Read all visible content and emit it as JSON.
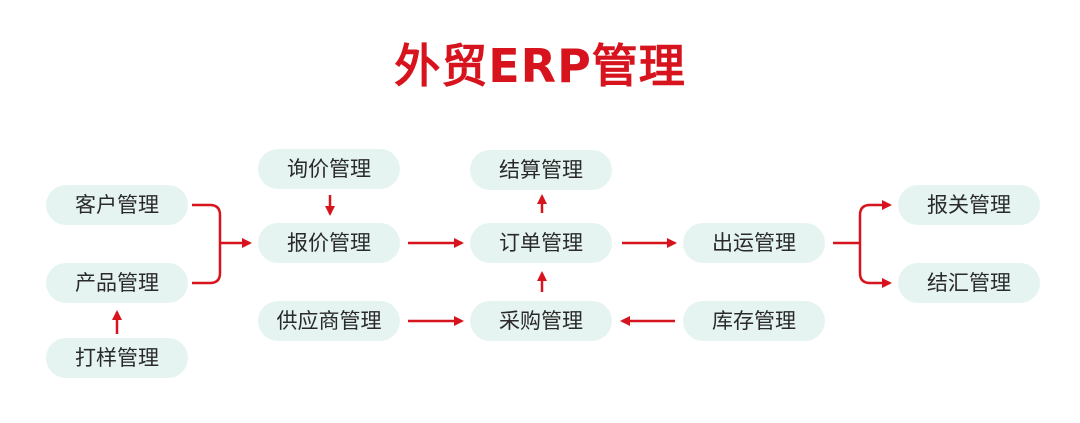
{
  "title": "外贸ERP管理",
  "colors": {
    "accent": "#d7141e",
    "node_bg": "#e5f4f1",
    "text": "#2a2a2a"
  },
  "nodes": {
    "customer": "客户管理",
    "product": "产品管理",
    "sample": "打样管理",
    "inquiry": "询价管理",
    "quote": "报价管理",
    "supplier": "供应商管理",
    "settlement": "结算管理",
    "order": "订单管理",
    "purchase": "采购管理",
    "shipment": "出运管理",
    "inventory": "库存管理",
    "customs": "报关管理",
    "forex": "结汇管理"
  }
}
